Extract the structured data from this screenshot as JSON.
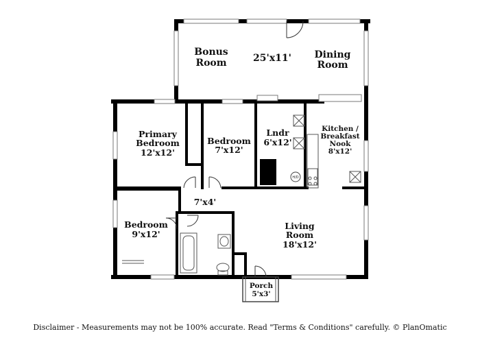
{
  "rooms": {
    "bonus": {
      "name_line1": "Bonus",
      "name_line2": "Room"
    },
    "bonus_dining_size": "25'x11'",
    "dining": {
      "name_line1": "Dining",
      "name_line2": "Room"
    },
    "primary_bedroom": {
      "name_line1": "Primary",
      "name_line2": "Bedroom",
      "size": "12'x12'"
    },
    "bedroom_center": {
      "name": "Bedroom",
      "size": "7'x12'"
    },
    "laundry": {
      "name": "Lndr",
      "size": "6'x12'"
    },
    "kitchen": {
      "name_line1": "Kitchen /",
      "name_line2": "Breakfast",
      "name_line3": "Nook",
      "size": "8'x12'"
    },
    "hall": {
      "size": "7'x4'"
    },
    "bedroom_sw": {
      "name": "Bedroom",
      "size": "9'x12'"
    },
    "living": {
      "name_line1": "Living",
      "name_line2": "Room",
      "size": "18'x12'"
    },
    "porch": {
      "name": "Porch",
      "size": "5'x3'"
    }
  },
  "appliances": {
    "washer_dryer_label": "H/D"
  },
  "footer": {
    "disclaimer": "Disclaimer - Measurements may not be 100% accurate. Read \"Terms & Conditions\" carefully. © PlanOmatic"
  }
}
